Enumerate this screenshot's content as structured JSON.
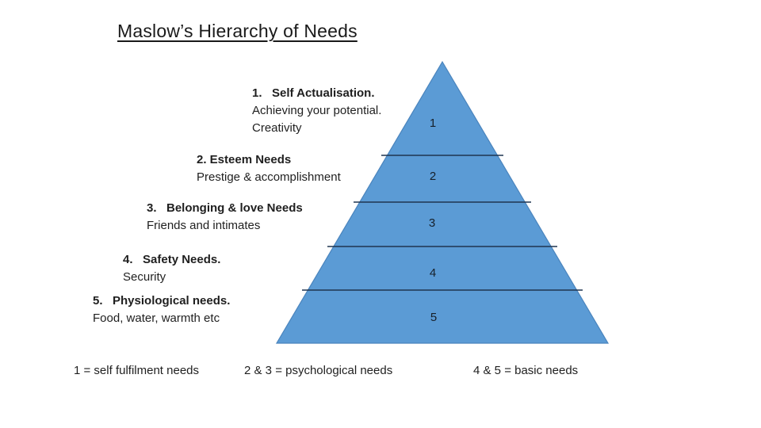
{
  "title": "Maslow’s Hierarchy of Needs",
  "pyramid": {
    "fill": "#5b9bd5",
    "divider_color": "#1f3550",
    "levels": [
      {
        "number": "1",
        "heading": "1.   Self Actualisation.",
        "lines": [
          "Achieving your potential.",
          "Creativity"
        ]
      },
      {
        "number": "2",
        "heading": "2. Esteem Needs",
        "lines": [
          "Prestige & accomplishment"
        ]
      },
      {
        "number": "3",
        "heading": "3.   Belonging & love Needs",
        "lines": [
          "Friends and intimates"
        ]
      },
      {
        "number": "4",
        "heading": "4.   Safety Needs.",
        "lines": [
          "Security"
        ]
      },
      {
        "number": "5",
        "heading": "5.   Physiological needs.",
        "lines": [
          "Food, water, warmth etc"
        ]
      }
    ]
  },
  "legend": [
    {
      "text": "1 = self fulfilment needs"
    },
    {
      "text": "2 & 3 = psychological needs"
    },
    {
      "text": "4 & 5 = basic needs"
    }
  ]
}
